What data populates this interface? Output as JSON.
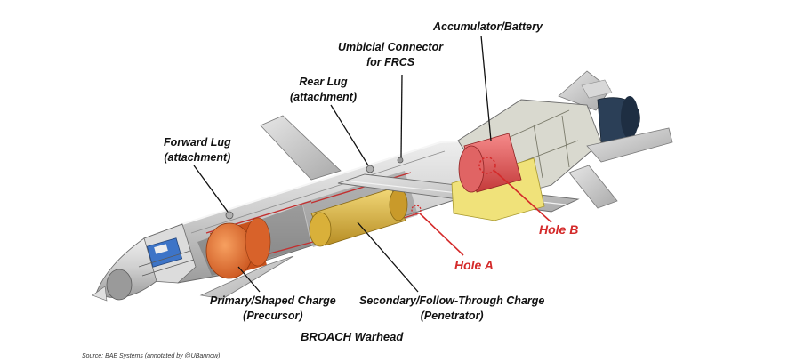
{
  "labels": {
    "accumulator": "Accumulator/Battery",
    "umbilical_line1": "Umbicial Connector",
    "umbilical_line2": "for FRCS",
    "rear_lug_line1": "Rear Lug",
    "rear_lug_line2": "(attachment)",
    "forward_lug_line1": "Forward Lug",
    "forward_lug_line2": "(attachment)",
    "hole_a": "Hole A",
    "hole_b": "Hole B",
    "primary_line1": "Primary/Shaped Charge",
    "primary_line2": "(Precursor)",
    "secondary_line1": "Secondary/Follow-Through Charge",
    "secondary_line2": "(Penetrator)"
  },
  "caption": "BROACH Warhead",
  "source": "Source: BAE Systems (annotated by @UBannow)",
  "colors": {
    "label_text": "#111111",
    "hole_labels": "#d42a2a",
    "body_grey": "#c8c8c8",
    "primary_charge": "#e36a2c",
    "secondary_charge": "#d9b03a",
    "battery": "#e85a5a",
    "battery_housing": "#f0e27a",
    "tail_cone": "#2b3f57",
    "seeker": "#3d74c7"
  }
}
